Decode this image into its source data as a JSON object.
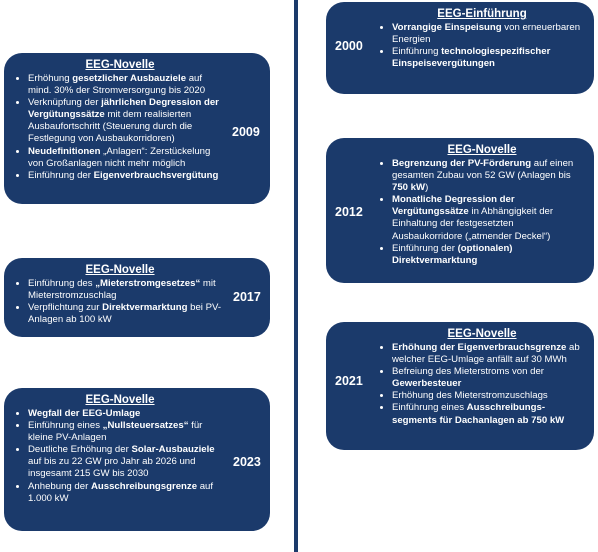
{
  "cards": [
    {
      "title": "EEG-Einführung",
      "year": "2000",
      "items": [
        {
          "b1": "Vorrangige Einspeisung",
          "t1": " von erneuerbaren Energien"
        },
        {
          "t0": "Einführung ",
          "b1": "technologiespezifischer Einspeisevergütungen"
        }
      ]
    },
    {
      "title": "EEG-Novelle",
      "year": "2009",
      "items": [
        {
          "t0": "Erhöhung ",
          "b1": "gesetzlicher Ausbauziele",
          "t1": " auf mind. 30% der Stromversorgung bis 2020"
        },
        {
          "t0": "Verknüpfung der ",
          "b1": "jährlichen Degression der Vergütungssätze",
          "t1": " mit dem realisierten Ausbaufortschritt (Steuerung durch die Festlegung von Ausbaukorridoren)"
        },
        {
          "b1": "Neudefinitionen",
          "t1": " „Anlagen“: Zerstückelung von Großanlagen nicht mehr möglich"
        },
        {
          "t0": "Einführung der ",
          "b1": "Eigenverbrauchsvergütung"
        }
      ]
    },
    {
      "title": "EEG-Novelle",
      "year": "2012",
      "items": [
        {
          "b1": "Begrenzung der PV-Förderung",
          "t1": " auf einen gesamten Zubau von 52 GW (Anlagen bis ",
          "b2": "750 kW",
          "t2": ")"
        },
        {
          "b1": "Monatliche Degression der Vergütungssätze",
          "t1": " in Abhängigkeit der Einhaltung der festgesetzten Ausbaukorridore („atmender Deckel“)"
        },
        {
          "t0": "Einführung der ",
          "b1": "(optionalen) Direktvermarktung"
        }
      ]
    },
    {
      "title": "EEG-Novelle",
      "year": "2017",
      "items": [
        {
          "t0": "Einführung des ",
          "b1": "„Mieterstromgesetzes“",
          "t1": " mit Mieterstromzuschlag"
        },
        {
          "t0": "Verpflichtung zur ",
          "b1": "Direktvermarktung",
          "t1": " bei PV-Anlagen ab 100 kW"
        }
      ]
    },
    {
      "title": "EEG-Novelle",
      "year": "2021",
      "items": [
        {
          "b1": "Erhöhung der Eigenverbrauchsgrenze",
          "t1": " ab welcher EEG-Umlage anfällt auf 30 MWh"
        },
        {
          "t0": "Befreiung des Mieterstroms von der ",
          "b1": "Gewerbesteuer"
        },
        {
          "t0": "Erhöhung des Mieterstromzuschlags"
        },
        {
          "t0": "Einführung eines ",
          "b1": "Ausschreibungs-segments für Dachanlagen ab 750 kW"
        }
      ]
    },
    {
      "title": "EEG-Novelle",
      "year": "2023",
      "items": [
        {
          "b1": "Wegfall der EEG-Umlage"
        },
        {
          "t0": "Einführung eines ",
          "b1": "„Nullsteuersatzes“",
          "t1": " für kleine PV-Anlagen"
        },
        {
          "t0": "Deutliche Erhöhung der ",
          "b1": "Solar-Ausbauziele",
          "t1": " auf bis zu 22 GW pro Jahr ab 2026 und insgesamt 215 GW bis 2030"
        },
        {
          "t0": "Anhebung der ",
          "b1": "Ausschreibungsgrenze",
          "t1": " auf 1.000 kW"
        }
      ]
    }
  ]
}
